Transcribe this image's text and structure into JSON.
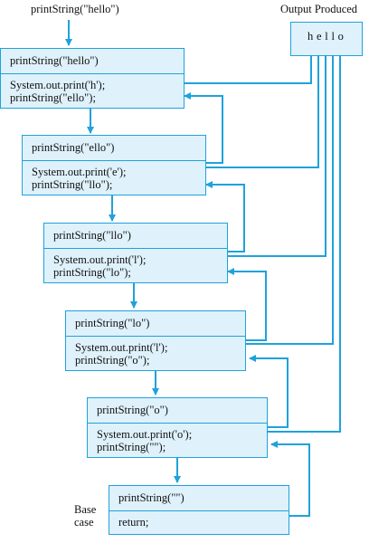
{
  "initial_call": "printString(\"hello\")",
  "output": {
    "title": "Output Produced",
    "text": "h e l l o"
  },
  "frames": [
    {
      "header": "printString(\"hello\")",
      "line1": "System.out.print('h');",
      "line2": "printString(\"ello\");"
    },
    {
      "header": "printString(\"ello\")",
      "line1": "System.out.print('e');",
      "line2": "printString(\"llo\");"
    },
    {
      "header": "printString(\"llo\")",
      "line1": "System.out.print('l');",
      "line2": "printString(\"lo\");"
    },
    {
      "header": "printString(\"lo\")",
      "line1": "System.out.print('l');",
      "line2": "printString(\"o\");"
    },
    {
      "header": "printString(\"o\")",
      "line1": "System.out.print('o');",
      "line2": "printString(\"\");"
    },
    {
      "header": "printString(\"\")",
      "line1": "return;",
      "line2": ""
    }
  ],
  "base_case_label": "Base\ncase",
  "colors": {
    "accent": "#1fa2db",
    "box_fill": "#dff1fb"
  }
}
